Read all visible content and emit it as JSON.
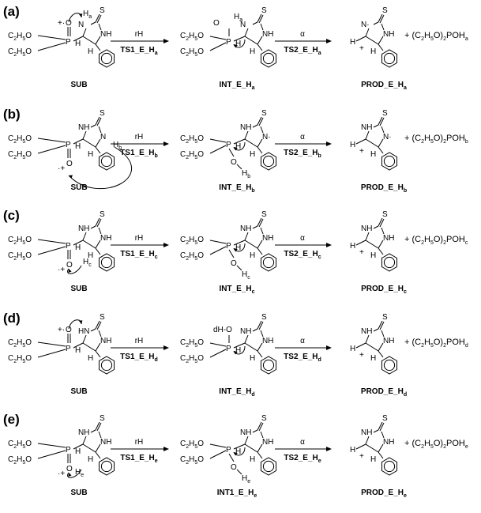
{
  "panels": [
    {
      "label": "(a)",
      "molecules": {
        "sub": "SUB",
        "int": "INT_E_Ha",
        "prod": "PROD_E_Ha"
      },
      "arrow1": {
        "top": "rH",
        "bottom": "TS1_E_Ha"
      },
      "arrow2": {
        "top": "α",
        "bottom": "TS2_E_Ha"
      },
      "byproduct": "+ (C2H5O)2POHa",
      "atoms": {
        "ethoxy": "C2H5O",
        "p": "P",
        "o": "O",
        "n": "N",
        "nh": "NH",
        "hn": "HN",
        "s": "S",
        "h": "H",
        "hx": "Ha",
        "ho": "Ha",
        "dot": "·",
        "plus": "+"
      }
    },
    {
      "label": "(b)",
      "molecules": {
        "sub": "SUB",
        "int": "INT_E_Hb",
        "prod": "PROD_E_Hb"
      },
      "arrow1": {
        "top": "rH",
        "bottom": "TS1_E_Hb"
      },
      "arrow2": {
        "top": "α",
        "bottom": "TS2_E_Hb"
      },
      "byproduct": "+ (C2H5O)2POHb",
      "atoms": {
        "ethoxy": "C2H5O",
        "p": "P",
        "o": "O",
        "n": "N",
        "nh": "NH",
        "s": "S",
        "h": "H",
        "hx": "Hb",
        "ho": "Hb",
        "dot": "·",
        "plus": "+"
      }
    },
    {
      "label": "(c)",
      "molecules": {
        "sub": "SUB",
        "int": "INT_E_Hc",
        "prod": "PROD_E_Hc"
      },
      "arrow1": {
        "top": "rH",
        "bottom": "TS1_E_Hc"
      },
      "arrow2": {
        "top": "α",
        "bottom": "TS2_E_Hc"
      },
      "byproduct": "+ (C2H5O)2POHc",
      "atoms": {
        "ethoxy": "C2H5O",
        "p": "P",
        "o": "O",
        "nh": "NH",
        "s": "S",
        "h": "H",
        "hx": "Hc",
        "ho": "Hc",
        "dot": "·",
        "plus": "+"
      }
    },
    {
      "label": "(d)",
      "molecules": {
        "sub": "SUB",
        "int": "INT_E_Hd",
        "prod": "PROD_E_Hd"
      },
      "arrow1": {
        "top": "rH",
        "bottom": "TS1_E_Hd"
      },
      "arrow2": {
        "top": "α",
        "bottom": "TS2_E_Hd"
      },
      "byproduct": "+ (C2H5O)2POHd",
      "atoms": {
        "ethoxy": "C2H5O",
        "p": "P",
        "o": "O",
        "nh": "NH",
        "hn": "HN",
        "s": "S",
        "h": "H",
        "hx": "H",
        "ho": "dH-O",
        "dot": "·",
        "plus": "+"
      }
    },
    {
      "label": "(e)",
      "molecules": {
        "sub": "SUB",
        "int": "INT1_E_He",
        "prod": "PROD_E_He"
      },
      "arrow1": {
        "top": "rH",
        "bottom": "TS1_E_He"
      },
      "arrow2": {
        "top": "α",
        "bottom": "TS2_E_He"
      },
      "byproduct": "+ (C2H5O)2POHe",
      "atoms": {
        "ethoxy": "C2H5O",
        "p": "P",
        "o": "O",
        "nh": "NH",
        "s": "S",
        "h": "H",
        "hx": "He",
        "ho": "He",
        "dot": "·",
        "plus": "+"
      }
    }
  ]
}
